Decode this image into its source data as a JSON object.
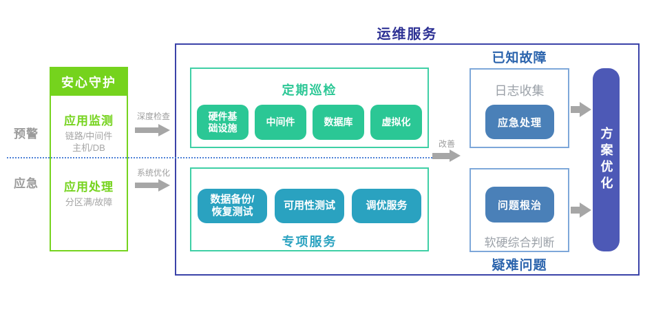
{
  "colors": {
    "bright_green": "#75d31d",
    "emerald_green": "#2bc795",
    "teal_blue": "#2aa2c0",
    "steel_blue_button": "#4a80b8",
    "indigo_solution": "#4d59b6",
    "navy_title": "#2d3194",
    "group_title_blue": "#2b64ad",
    "light_blue_border": "#7da7d9",
    "gray_text": "#9ba1a8",
    "arrow_gray": "#a6a6a6",
    "dotted_line_blue": "#4b7fd6"
  },
  "left": {
    "alert_label": "预警",
    "emergency_label": "应急",
    "guard": {
      "header": "安心守护",
      "monitor_title": "应用监测",
      "monitor_line1": "链路/中间件",
      "monitor_line2": "主机/DB",
      "handle_title": "应用处理",
      "handle_line": "分区满/故障"
    },
    "deep_check_label": "深度检查",
    "sys_opt_label": "系统优化"
  },
  "main": {
    "title": "运维服务",
    "inspection": {
      "title": "定期巡检",
      "items": [
        "硬件基\n础设施",
        "中间件",
        "数据库",
        "虚拟化"
      ]
    },
    "special": {
      "title": "专项服务",
      "items": [
        "数据备份/\n恢复测试",
        "可用性测试",
        "调优服务"
      ]
    },
    "improve_label": "改善",
    "known": {
      "title": "已知故障",
      "label": "日志收集",
      "button": "应急处理"
    },
    "hard": {
      "title": "疑难问题",
      "button": "问题根治",
      "label": "软硬综合判断"
    },
    "solution_label": "方案优化"
  }
}
